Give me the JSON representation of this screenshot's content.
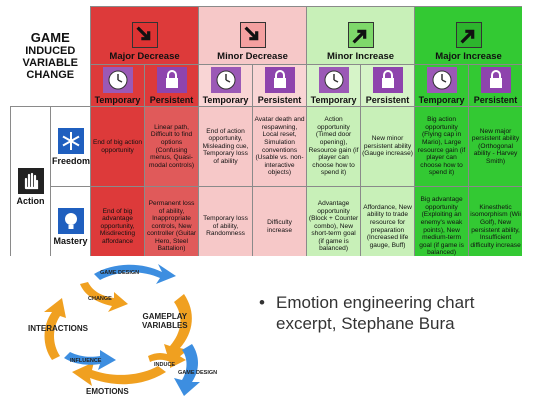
{
  "chart": {
    "title_line1": "GAME",
    "title_line2": "INDUCED",
    "title_line3": "VARIABLE",
    "title_line4": "CHANGE",
    "categories": [
      {
        "label": "Major Decrease",
        "color": "#dd3a3a"
      },
      {
        "label": "Minor Decrease",
        "color": "#f6c8c8"
      },
      {
        "label": "Minor Increase",
        "color": "#c8f0b8"
      },
      {
        "label": "Major Increase",
        "color": "#33c933"
      }
    ],
    "sub_labels": [
      "Temporary",
      "Persistent",
      "Temporary",
      "Persistent",
      "Temporary",
      "Persistent",
      "Temporary",
      "Persistent"
    ],
    "row_group_label": "Action",
    "rows": [
      {
        "label": "Freedom",
        "cells": [
          "End of big action opportunity",
          "Linear path, Difficult to find options (Confusing menus, Quasi-modal controls)",
          "End of action opportunity, Misleading cue, Temporary loss of ability",
          "Avatar death and respawning, Local reset, Simulation conventions (Usable vs. non-interactive objects)",
          "Action opportunity (Timed door opening), Resource gain (if player can choose how to spend it)",
          "New minor persistent ability (Gauge increase)",
          "Big action opportunity (Flying cap in Mario), Large resource gain (if player can choose how to spend it)",
          "New major persistent ability (Orthogonal ability - Harvey Smith)"
        ]
      },
      {
        "label": "Mastery",
        "cells": [
          "End of big advantage opportunity, Misdirecting affordance",
          "Permanent loss of ability, Inappropriate controls, New controller (Guitar Hero, Steel Battalion)",
          "Temporary loss of ability, Randomness",
          "Difficulty increase",
          "Advantage opportunity (Block + Counter combo), New short-term goal (if game is balanced)",
          "Affordance, New ability to trade resource for preparation (Increased life gauge, Buff)",
          "Big advantage opportunity (Exploiting an enemy's weak points), New medium-term goal (if game is balanced)",
          "Kinesthetic isomorphism (Wii Golf), New persistent ability, Insufficient difficulty increase"
        ]
      }
    ]
  },
  "cycle": {
    "game_design_top": "GAME DESIGN",
    "change": "CHANGE",
    "interactions": "INTERACTIONS",
    "gameplay_variables_line1": "GAMEPLAY",
    "gameplay_variables_line2": "VARIABLES",
    "influence": "INFLUENCE",
    "induce": "INDUCE",
    "game_design_right": "GAME DESIGN",
    "emotions": "EMOTIONS"
  },
  "caption": {
    "bullet": "•",
    "text": "Emotion engineering chart excerpt, Stephane Bura"
  }
}
